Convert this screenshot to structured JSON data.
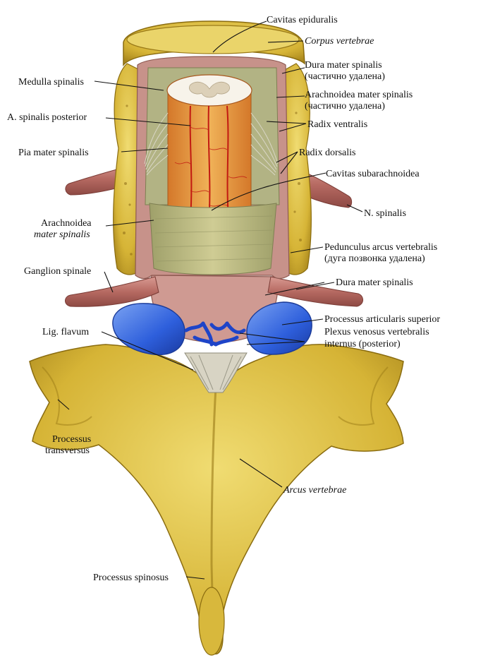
{
  "colors": {
    "bone": "#d9b93a",
    "bone_dark": "#a8861a",
    "bone_light": "#ecd86a",
    "cord": "#e49a3a",
    "vessel": "#c21a12",
    "dura": "#c98f86",
    "arachnoid": "#b8b47a",
    "vein": "#2a58d8",
    "nerve": "#b8706a"
  },
  "labels": {
    "cavitas_epiduralis": "Cavitas epiduralis",
    "corpus_vertebrae": "Corpus vertebrae",
    "dura_mater_spinalis_top": "Dura  mater spinalis",
    "dura_partial": "(частично удалена)",
    "medulla_spinalis": "Medulla spinalis",
    "arachnoidea_right": "Arachnoidea mater spinalis",
    "arachnoidea_right_partial": "(частично удалена)",
    "a_spinalis_posterior": "A. spinalis posterior",
    "radix_ventralis": "Radix ventralis",
    "pia_mater_spinalis": "Pia mater spinalis",
    "radix_dorsalis": "Radix dorsalis",
    "cavitas_subarachnoidea": "Cavitas subarachnoidea",
    "n_spinalis": "N. spinalis",
    "arachnoidea_left_1": "Arachnoidea",
    "arachnoidea_left_2": "mater spinalis",
    "pedunculus_1": "Pedunculus arcus vertebralis",
    "pedunculus_2": "(дуга позвонка удалена)",
    "ganglion_spinale": "Ganglion spinale",
    "dura_mater_spinalis_bottom": "Dura mater spinalis",
    "processus_articularis": "Processus articularis superior",
    "plexus_1": "Plexus venosus vertebralis",
    "plexus_2": "internus (posterior)",
    "lig_flavum": "Lig. flavum",
    "processus_transversus_1": "Processus",
    "processus_transversus_2": "transversus",
    "arcus_vertebrae": "Arcus vertebrae",
    "processus_spinosus": "Processus spinosus"
  }
}
